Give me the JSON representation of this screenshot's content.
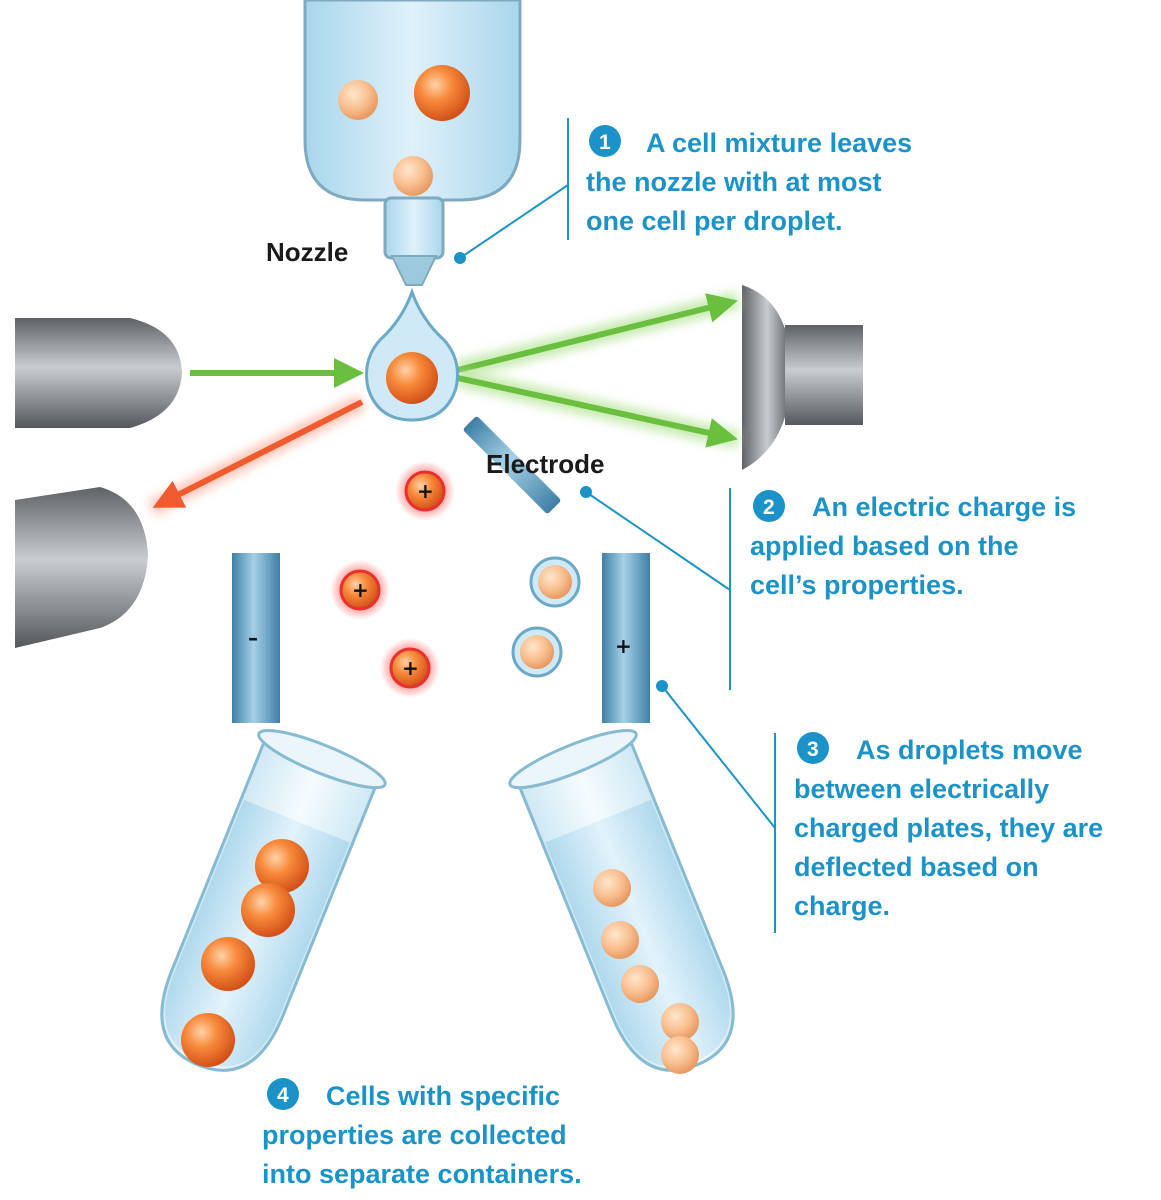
{
  "labels": {
    "nozzle": "Nozzle",
    "electrode": "Electrode"
  },
  "steps": [
    {
      "number": "1",
      "lines": [
        "A cell mixture leaves",
        "the nozzle with at most",
        "one cell per droplet."
      ]
    },
    {
      "number": "2",
      "lines": [
        "An electric charge is",
        "applied based on the",
        "cell’s properties."
      ]
    },
    {
      "number": "3",
      "lines": [
        "As droplets move",
        "between electrically",
        "charged plates, they are",
        "deflected based on",
        "charge."
      ]
    },
    {
      "number": "4",
      "lines": [
        "Cells with specific",
        "properties are collected",
        "into separate containers."
      ]
    }
  ],
  "charges": {
    "negative_plate": "–",
    "positive_plate": "+",
    "charged_droplet": "+"
  },
  "colors": {
    "accent": "#1b93c9",
    "laser_green": "#6bbf3f",
    "laser_red": "#ef5a2f",
    "cell_orange": "#f47a2a",
    "liquid_blue": "#bfe0f0"
  }
}
